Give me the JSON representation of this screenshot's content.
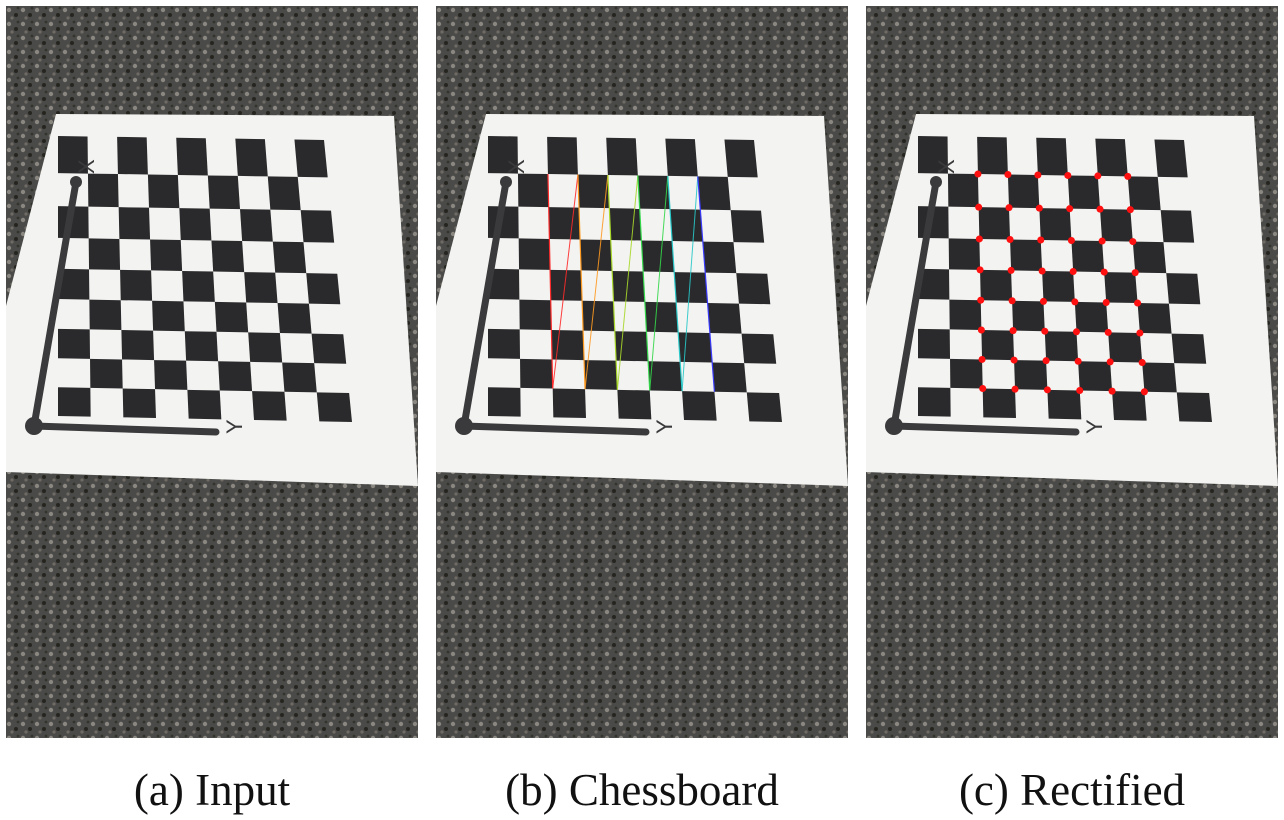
{
  "figure": {
    "panels": [
      {
        "id": "input",
        "caption": "(a)  Input",
        "axis_labels": {
          "x": "X",
          "y": "Y"
        },
        "overlay": "none"
      },
      {
        "id": "chessboard",
        "caption": "(b)  Chessboard",
        "axis_labels": {
          "x": "X",
          "y": "Y"
        },
        "overlay": "detected-corner-lines"
      },
      {
        "id": "rectified",
        "caption": "(c)  Rectified",
        "axis_labels": {
          "x": "X",
          "y": "Y"
        },
        "overlay": "corner-points"
      }
    ],
    "board": {
      "rows": 9,
      "cols": 9
    },
    "colors": {
      "carpet": "#4a4a48",
      "paper": "#f3f3f1",
      "square": "#2a2a2c",
      "axis": "#3a3a3c",
      "corner_dot": "#ff1010",
      "line_colors": [
        "#ff2a2a",
        "#ff9a20",
        "#a8d82a",
        "#34d84a",
        "#28c8c8",
        "#3a3aff"
      ]
    }
  }
}
